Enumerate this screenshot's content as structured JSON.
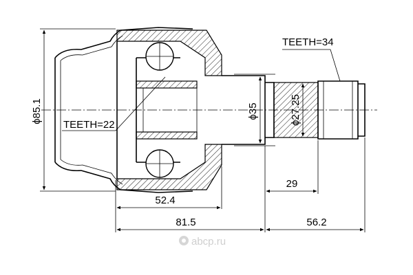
{
  "labels": {
    "teeth_outer": "TEETH=34",
    "teeth_inner": "TEETH=22",
    "diameter_outer": "ϕ85.1",
    "diameter_shaft": "ϕ35",
    "diameter_spline": "ϕ27.25",
    "length_spline": "29",
    "length_inner": "52.4",
    "length_body": "81.5",
    "length_shaft": "56.2"
  },
  "watermark": {
    "text": "abcp.ru"
  }
}
